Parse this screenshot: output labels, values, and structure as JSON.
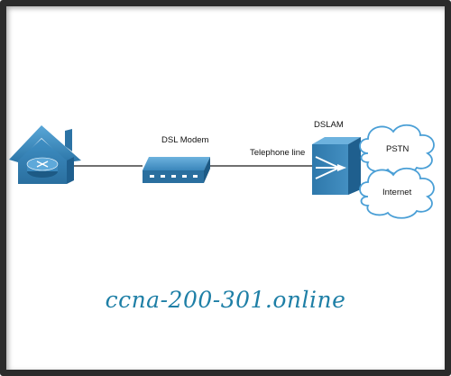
{
  "diagram": {
    "labels": {
      "modem": "DSL Modem",
      "line": "Telephone line",
      "dslam": "DSLAM",
      "pstn": "PSTN",
      "internet": "Internet"
    },
    "nodes": [
      {
        "id": "home-router",
        "icon": "house-router-icon"
      },
      {
        "id": "dsl-modem",
        "icon": "dsl-modem-icon"
      },
      {
        "id": "dslam",
        "icon": "dslam-icon"
      },
      {
        "id": "pstn",
        "icon": "cloud-icon"
      },
      {
        "id": "internet",
        "icon": "cloud-icon"
      }
    ],
    "links": [
      {
        "from": "home-router",
        "to": "dsl-modem"
      },
      {
        "from": "dsl-modem",
        "to": "dslam"
      }
    ]
  },
  "watermark": {
    "text": "ccna-200-301.online",
    "color": "#1e7fa6"
  },
  "colors": {
    "device_blue": "#2f7fb5",
    "device_dark": "#1d5a85",
    "cloud_stroke": "#4a9fd6"
  }
}
